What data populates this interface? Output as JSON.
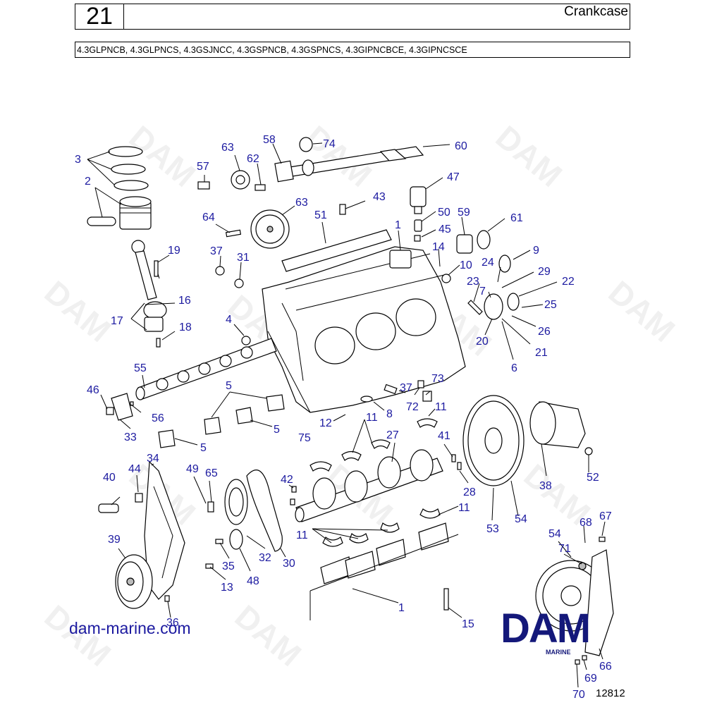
{
  "header": {
    "page_number": "21",
    "title": "Crankcase",
    "models": "4.3GLPNCB, 4.3GLPNCS, 4.3GSJNCC, 4.3GSPNCB, 4.3GSPNCS, 4.3GIPNCBCE, 4.3GIPNCSCE"
  },
  "footer": {
    "website": "dam-marine.com",
    "drawing_number": "12812",
    "brand": "DAM",
    "brand_sub": "MARINE"
  },
  "watermark": "DAM",
  "parts": {
    "p1a": "1",
    "p1b": "1",
    "p2": "2",
    "p3": "3",
    "p4": "4",
    "p5a": "5",
    "p5b": "5",
    "p5c": "5",
    "p6": "6",
    "p7": "7",
    "p8": "8",
    "p9": "9",
    "p10": "10",
    "p11a": "11",
    "p11b": "11",
    "p11c": "11",
    "p11d": "11",
    "p12": "12",
    "p13": "13",
    "p14": "14",
    "p15": "15",
    "p16": "16",
    "p17": "17",
    "p18": "18",
    "p19": "19",
    "p20": "20",
    "p21": "21",
    "p22": "22",
    "p23": "23",
    "p24": "24",
    "p25": "25",
    "p26": "26",
    "p27": "27",
    "p28": "28",
    "p29": "29",
    "p30": "30",
    "p31": "31",
    "p32": "32",
    "p33": "33",
    "p34": "34",
    "p35": "35",
    "p36": "36",
    "p37a": "37",
    "p37b": "37",
    "p38": "38",
    "p39": "39",
    "p40": "40",
    "p41": "41",
    "p42": "42",
    "p43": "43",
    "p44": "44",
    "p45": "45",
    "p46": "46",
    "p47": "47",
    "p48": "48",
    "p49": "49",
    "p50": "50",
    "p51": "51",
    "p52": "52",
    "p53": "53",
    "p54a": "54",
    "p54b": "54",
    "p55": "55",
    "p56": "56",
    "p57": "57",
    "p58": "58",
    "p59": "59",
    "p60": "60",
    "p61": "61",
    "p62": "62",
    "p63a": "63",
    "p63b": "63",
    "p64": "64",
    "p65": "65",
    "p66": "66",
    "p67": "67",
    "p68": "68",
    "p69": "69",
    "p70": "70",
    "p71": "71",
    "p72": "72",
    "p73": "73",
    "p74": "74",
    "p75": "75"
  }
}
